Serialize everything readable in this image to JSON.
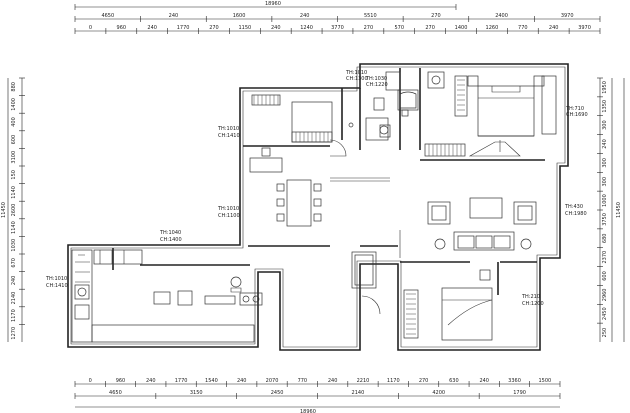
{
  "plan": {
    "dimensions_top": {
      "overall": "18960",
      "row2": [
        "4650",
        "240",
        "1600",
        "240",
        "5510",
        "270",
        "2400",
        "3970"
      ],
      "row3": [
        "0",
        "960",
        "240",
        "1770",
        "270",
        "1150",
        "240",
        "1240",
        "3770",
        "270",
        "570",
        "270",
        "1400",
        "1260",
        "770",
        "240",
        "3970"
      ]
    },
    "dimensions_bottom": {
      "row1": [
        "0",
        "960",
        "240",
        "1770",
        "1540",
        "240",
        "2070",
        "770",
        "240",
        "2210",
        "1170",
        "270",
        "630",
        "240",
        "3360",
        "1500"
      ],
      "row2": [
        "4650",
        "3150",
        "2450",
        "2140",
        "4200",
        "1790"
      ],
      "overall": "18960"
    },
    "dimensions_left": [
      "880",
      "1400",
      "400",
      "600",
      "3100",
      "150",
      "1140",
      "2600",
      "1140",
      "1030",
      "670",
      "240",
      "2140",
      "1170",
      "1270",
      "11450"
    ],
    "dimensions_right": [
      "1950",
      "1350",
      "300",
      "240",
      "300",
      "300",
      "1000",
      "3750",
      "680",
      "2370",
      "600",
      "2960",
      "2450",
      "250",
      "11450"
    ],
    "window_notes": [
      {
        "id": "w1",
        "line1": "TH:1010",
        "line2": "CH:1300"
      },
      {
        "id": "w2",
        "line1": "TH:1030",
        "line2": "CH:1220"
      },
      {
        "id": "w3",
        "line1": "TH:710",
        "line2": "CH:1690"
      },
      {
        "id": "w4",
        "line1": "TH:1010",
        "line2": "CH:1410"
      },
      {
        "id": "w5",
        "line1": "TH:1010",
        "line2": "CH:1100"
      },
      {
        "id": "w6",
        "line1": "TH:1040",
        "line2": "CH:1400"
      },
      {
        "id": "w7",
        "line1": "TH:430",
        "line2": "CH:1980"
      },
      {
        "id": "w8",
        "line1": "TH:1010",
        "line2": "CH:1410"
      },
      {
        "id": "w9",
        "line1": "TH:210",
        "line2": "CH:1200"
      }
    ]
  }
}
